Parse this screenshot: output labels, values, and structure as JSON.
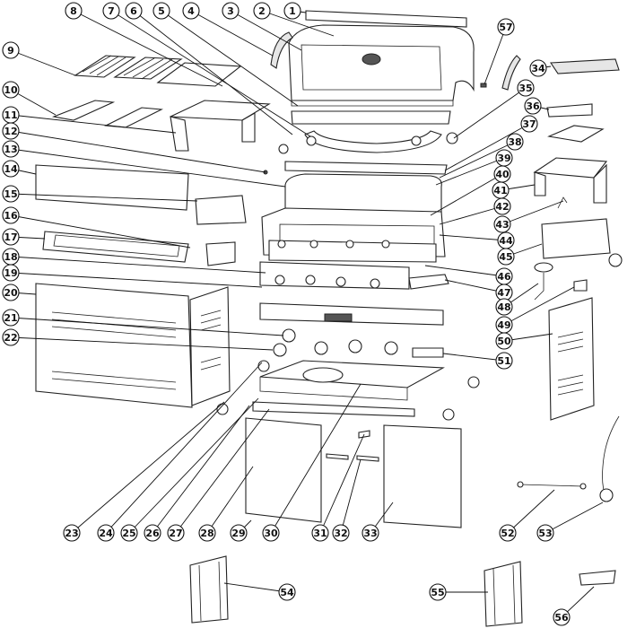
{
  "callouts": [
    {
      "id": "c1",
      "label": "1"
    },
    {
      "id": "c2",
      "label": "2"
    },
    {
      "id": "c3",
      "label": "3"
    },
    {
      "id": "c4",
      "label": "4"
    },
    {
      "id": "c5",
      "label": "5"
    },
    {
      "id": "c6",
      "label": "6"
    },
    {
      "id": "c7",
      "label": "7"
    },
    {
      "id": "c8",
      "label": "8"
    },
    {
      "id": "c9",
      "label": "9"
    },
    {
      "id": "c10",
      "label": "10"
    },
    {
      "id": "c11",
      "label": "11"
    },
    {
      "id": "c12",
      "label": "12"
    },
    {
      "id": "c13",
      "label": "13"
    },
    {
      "id": "c14",
      "label": "14"
    },
    {
      "id": "c15",
      "label": "15"
    },
    {
      "id": "c16",
      "label": "16"
    },
    {
      "id": "c17",
      "label": "17"
    },
    {
      "id": "c18",
      "label": "18"
    },
    {
      "id": "c19",
      "label": "19"
    },
    {
      "id": "c20",
      "label": "20"
    },
    {
      "id": "c21",
      "label": "21"
    },
    {
      "id": "c22",
      "label": "22"
    },
    {
      "id": "c23",
      "label": "23"
    },
    {
      "id": "c24",
      "label": "24"
    },
    {
      "id": "c25",
      "label": "25"
    },
    {
      "id": "c26",
      "label": "26"
    },
    {
      "id": "c27",
      "label": "27"
    },
    {
      "id": "c28",
      "label": "28"
    },
    {
      "id": "c29",
      "label": "29"
    },
    {
      "id": "c30",
      "label": "30"
    },
    {
      "id": "c31",
      "label": "31"
    },
    {
      "id": "c32",
      "label": "32"
    },
    {
      "id": "c33",
      "label": "33"
    },
    {
      "id": "c34",
      "label": "34"
    },
    {
      "id": "c35",
      "label": "35"
    },
    {
      "id": "c36",
      "label": "36"
    },
    {
      "id": "c37",
      "label": "37"
    },
    {
      "id": "c38",
      "label": "38"
    },
    {
      "id": "c39",
      "label": "39"
    },
    {
      "id": "c40",
      "label": "40"
    },
    {
      "id": "c41",
      "label": "41"
    },
    {
      "id": "c42",
      "label": "42"
    },
    {
      "id": "c43",
      "label": "43"
    },
    {
      "id": "c44",
      "label": "44"
    },
    {
      "id": "c45",
      "label": "45"
    },
    {
      "id": "c46",
      "label": "46"
    },
    {
      "id": "c47",
      "label": "47"
    },
    {
      "id": "c48",
      "label": "48"
    },
    {
      "id": "c49",
      "label": "49"
    },
    {
      "id": "c50",
      "label": "50"
    },
    {
      "id": "c51",
      "label": "51"
    },
    {
      "id": "c52",
      "label": "52"
    },
    {
      "id": "c53",
      "label": "53"
    },
    {
      "id": "c54",
      "label": "54"
    },
    {
      "id": "c55",
      "label": "55"
    },
    {
      "id": "c56",
      "label": "56"
    },
    {
      "id": "c57",
      "label": "57"
    }
  ]
}
